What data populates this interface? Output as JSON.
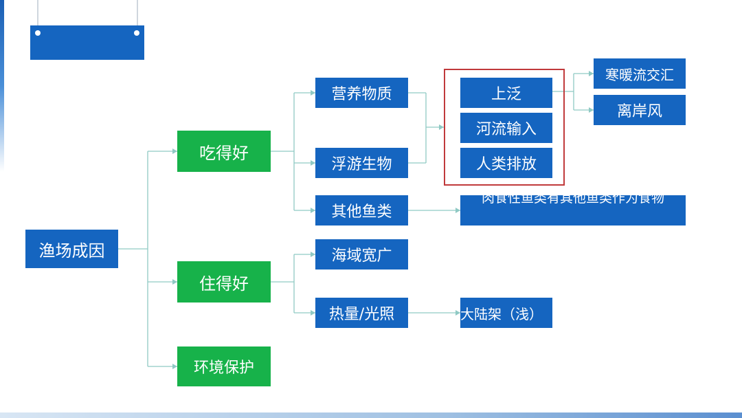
{
  "root": {
    "label": "渔场成因"
  },
  "level1": [
    {
      "label": "吃得好"
    },
    {
      "label": "住得好"
    },
    {
      "label": "环境保护"
    }
  ],
  "eat_children": [
    {
      "label": "营养物质"
    },
    {
      "label": "浮游生物"
    },
    {
      "label": "其他鱼类"
    }
  ],
  "live_children": [
    {
      "label": "海域宽广"
    },
    {
      "label": "热量/光照"
    }
  ],
  "nutrient_sources": [
    {
      "label": "上泛"
    },
    {
      "label": "河流输入"
    },
    {
      "label": "人类排放"
    }
  ],
  "upwelling_causes": [
    {
      "label": "寒暖流交汇"
    },
    {
      "label": "离岸风"
    }
  ],
  "other_fish_note": {
    "label": "肉食性鱼类有其他鱼类作为食物"
  },
  "heat_note": {
    "label": "大陆架（浅）"
  },
  "colors": {
    "blue": "#1565c0",
    "green": "#17b24a",
    "highlight_border": "#c0393b",
    "connector": "#8fc9c4"
  }
}
